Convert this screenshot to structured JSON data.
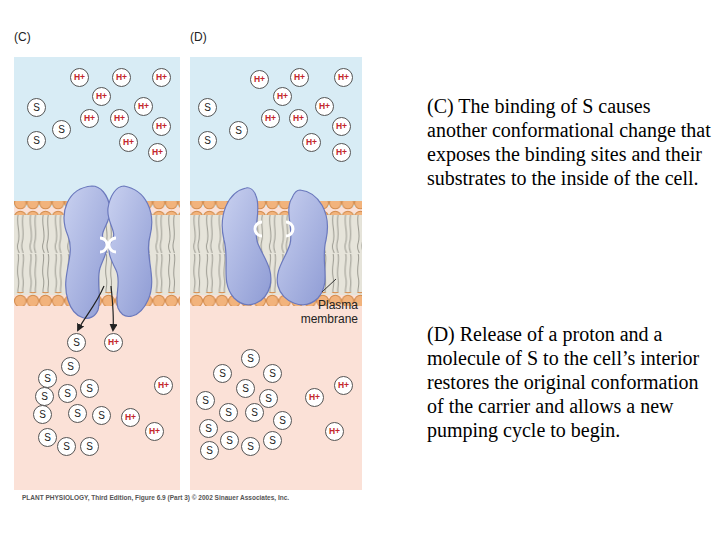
{
  "diagram": {
    "nodes": [
      {
        "text": [
          "(C)"
        ]
      },
      {
        "text": [
          "H+"
        ],
        "in": 0
      },
      {
        "text": [
          "H+"
        ],
        "in": 0
      },
      {
        "text": [
          "H+"
        ],
        "in": 0
      },
      {
        "text": [
          "H+"
        ],
        "in": 0
      },
      {
        "text": [
          "S"
        ],
        "in": 0
      },
      {
        "text": [
          "H+"
        ],
        "in": 0
      },
      {
        "text": [
          "H+"
        ],
        "in": 0
      },
      {
        "text": [
          "H+"
        ],
        "in": 0
      },
      {
        "text": [
          "H+"
        ],
        "in": 0
      },
      {
        "text": [
          "S"
        ],
        "in": 0
      },
      {
        "text": [
          "S"
        ],
        "in": 0
      },
      {
        "text": [
          "H+"
        ],
        "in": 0
      },
      {
        "text": [
          "H+"
        ],
        "in": 0
      },
      {
        "text": [
          "S"
        ],
        "in": 0
      },
      {
        "text": [
          "H+"
        ],
        "in": 0
      },
      {
        "text": [
          "S"
        ],
        "in": 0
      },
      {
        "text": [
          "S"
        ],
        "in": 0
      },
      {
        "text": [
          "H+"
        ],
        "in": 0
      },
      {
        "text": [
          "S"
        ],
        "in": 0
      },
      {
        "text": [
          "S"
        ],
        "in": 0
      },
      {
        "text": [
          "S"
        ],
        "in": 0
      },
      {
        "text": [
          "S"
        ],
        "in": 0
      },
      {
        "text": [
          "S"
        ],
        "in": 0
      },
      {
        "text": [
          "S"
        ],
        "in": 0
      },
      {
        "text": [
          "H+"
        ],
        "in": 0
      },
      {
        "text": [
          "H+"
        ],
        "in": 0
      },
      {
        "text": [
          "S"
        ],
        "in": 0
      },
      {
        "text": [
          "S"
        ],
        "in": 0
      },
      {
        "text": [
          "S"
        ],
        "in": 0
      },
      {
        "text": [
          "(D)"
        ]
      },
      {
        "text": [
          "H+"
        ],
        "in": 30
      },
      {
        "text": [
          "H+"
        ],
        "in": 30
      },
      {
        "text": [
          "H+"
        ],
        "in": 30
      },
      {
        "text": [
          "H+"
        ],
        "in": 30
      },
      {
        "text": [
          "S"
        ],
        "in": 30
      },
      {
        "text": [
          "H+"
        ],
        "in": 30
      },
      {
        "text": [
          "H+"
        ],
        "in": 30
      },
      {
        "text": [
          "H+"
        ],
        "in": 30
      },
      {
        "text": [
          "H+"
        ],
        "in": 30
      },
      {
        "text": [
          "S"
        ],
        "in": 30
      },
      {
        "text": [
          "S"
        ],
        "in": 30
      },
      {
        "text": [
          "H+"
        ],
        "in": 30
      },
      {
        "text": [
          "H+"
        ],
        "in": 30
      },
      {
        "text": [
          "S"
        ],
        "in": 30
      },
      {
        "text": [
          "S"
        ],
        "in": 30
      },
      {
        "text": [
          "S"
        ],
        "in": 30
      },
      {
        "text": [
          "S"
        ],
        "in": 30
      },
      {
        "text": [
          "H+"
        ],
        "in": 30
      },
      {
        "text": [
          "S"
        ],
        "in": 30
      },
      {
        "text": [
          "S"
        ],
        "in": 30
      },
      {
        "text": [
          "H+"
        ],
        "in": 30
      },
      {
        "text": [
          "S"
        ],
        "in": 30
      },
      {
        "text": [
          "S"
        ],
        "in": 30
      },
      {
        "text": [
          "S"
        ],
        "in": 30
      },
      {
        "text": [
          "S"
        ],
        "in": 30
      },
      {
        "text": [
          "H+"
        ],
        "in": 30
      },
      {
        "text": [
          "S"
        ],
        "in": 30
      },
      {
        "text": [
          "S"
        ],
        "in": 30
      },
      {
        "text": [
          "S"
        ],
        "in": 30
      },
      {
        "text": [
          "S"
        ],
        "in": 30
      }
    ],
    "labels": [
      "Plasma membrane",
      "(C) The binding of S causes another conformational change that exposes the binding sites and their substrates to the inside of the cell.",
      "(D) Release of a proton and a molecule of S to the cell’s interior restores the original conformation of the carrier and allows a new pumping cycle to begin.",
      "PLANT PHYSIOLOGY, Third Edition, Figure 6.9 (Part 3) © 2002 Sinauer Associates, Inc."
    ]
  }
}
